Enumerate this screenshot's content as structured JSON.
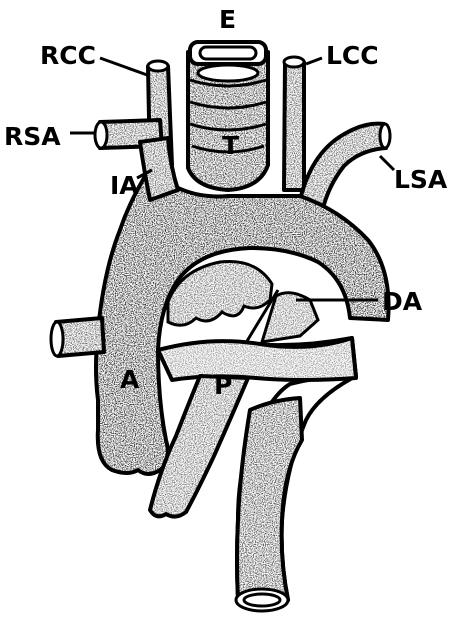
{
  "diagram": {
    "labels": {
      "E": "E",
      "RCC": "RCC",
      "LCC": "LCC",
      "RSA": "RSA",
      "IA": "IA",
      "T": "T",
      "LSA": "LSA",
      "DA": "DA",
      "A": "A",
      "P": "P"
    },
    "colors": {
      "ink": "#000000",
      "paper": "#ffffff"
    }
  }
}
